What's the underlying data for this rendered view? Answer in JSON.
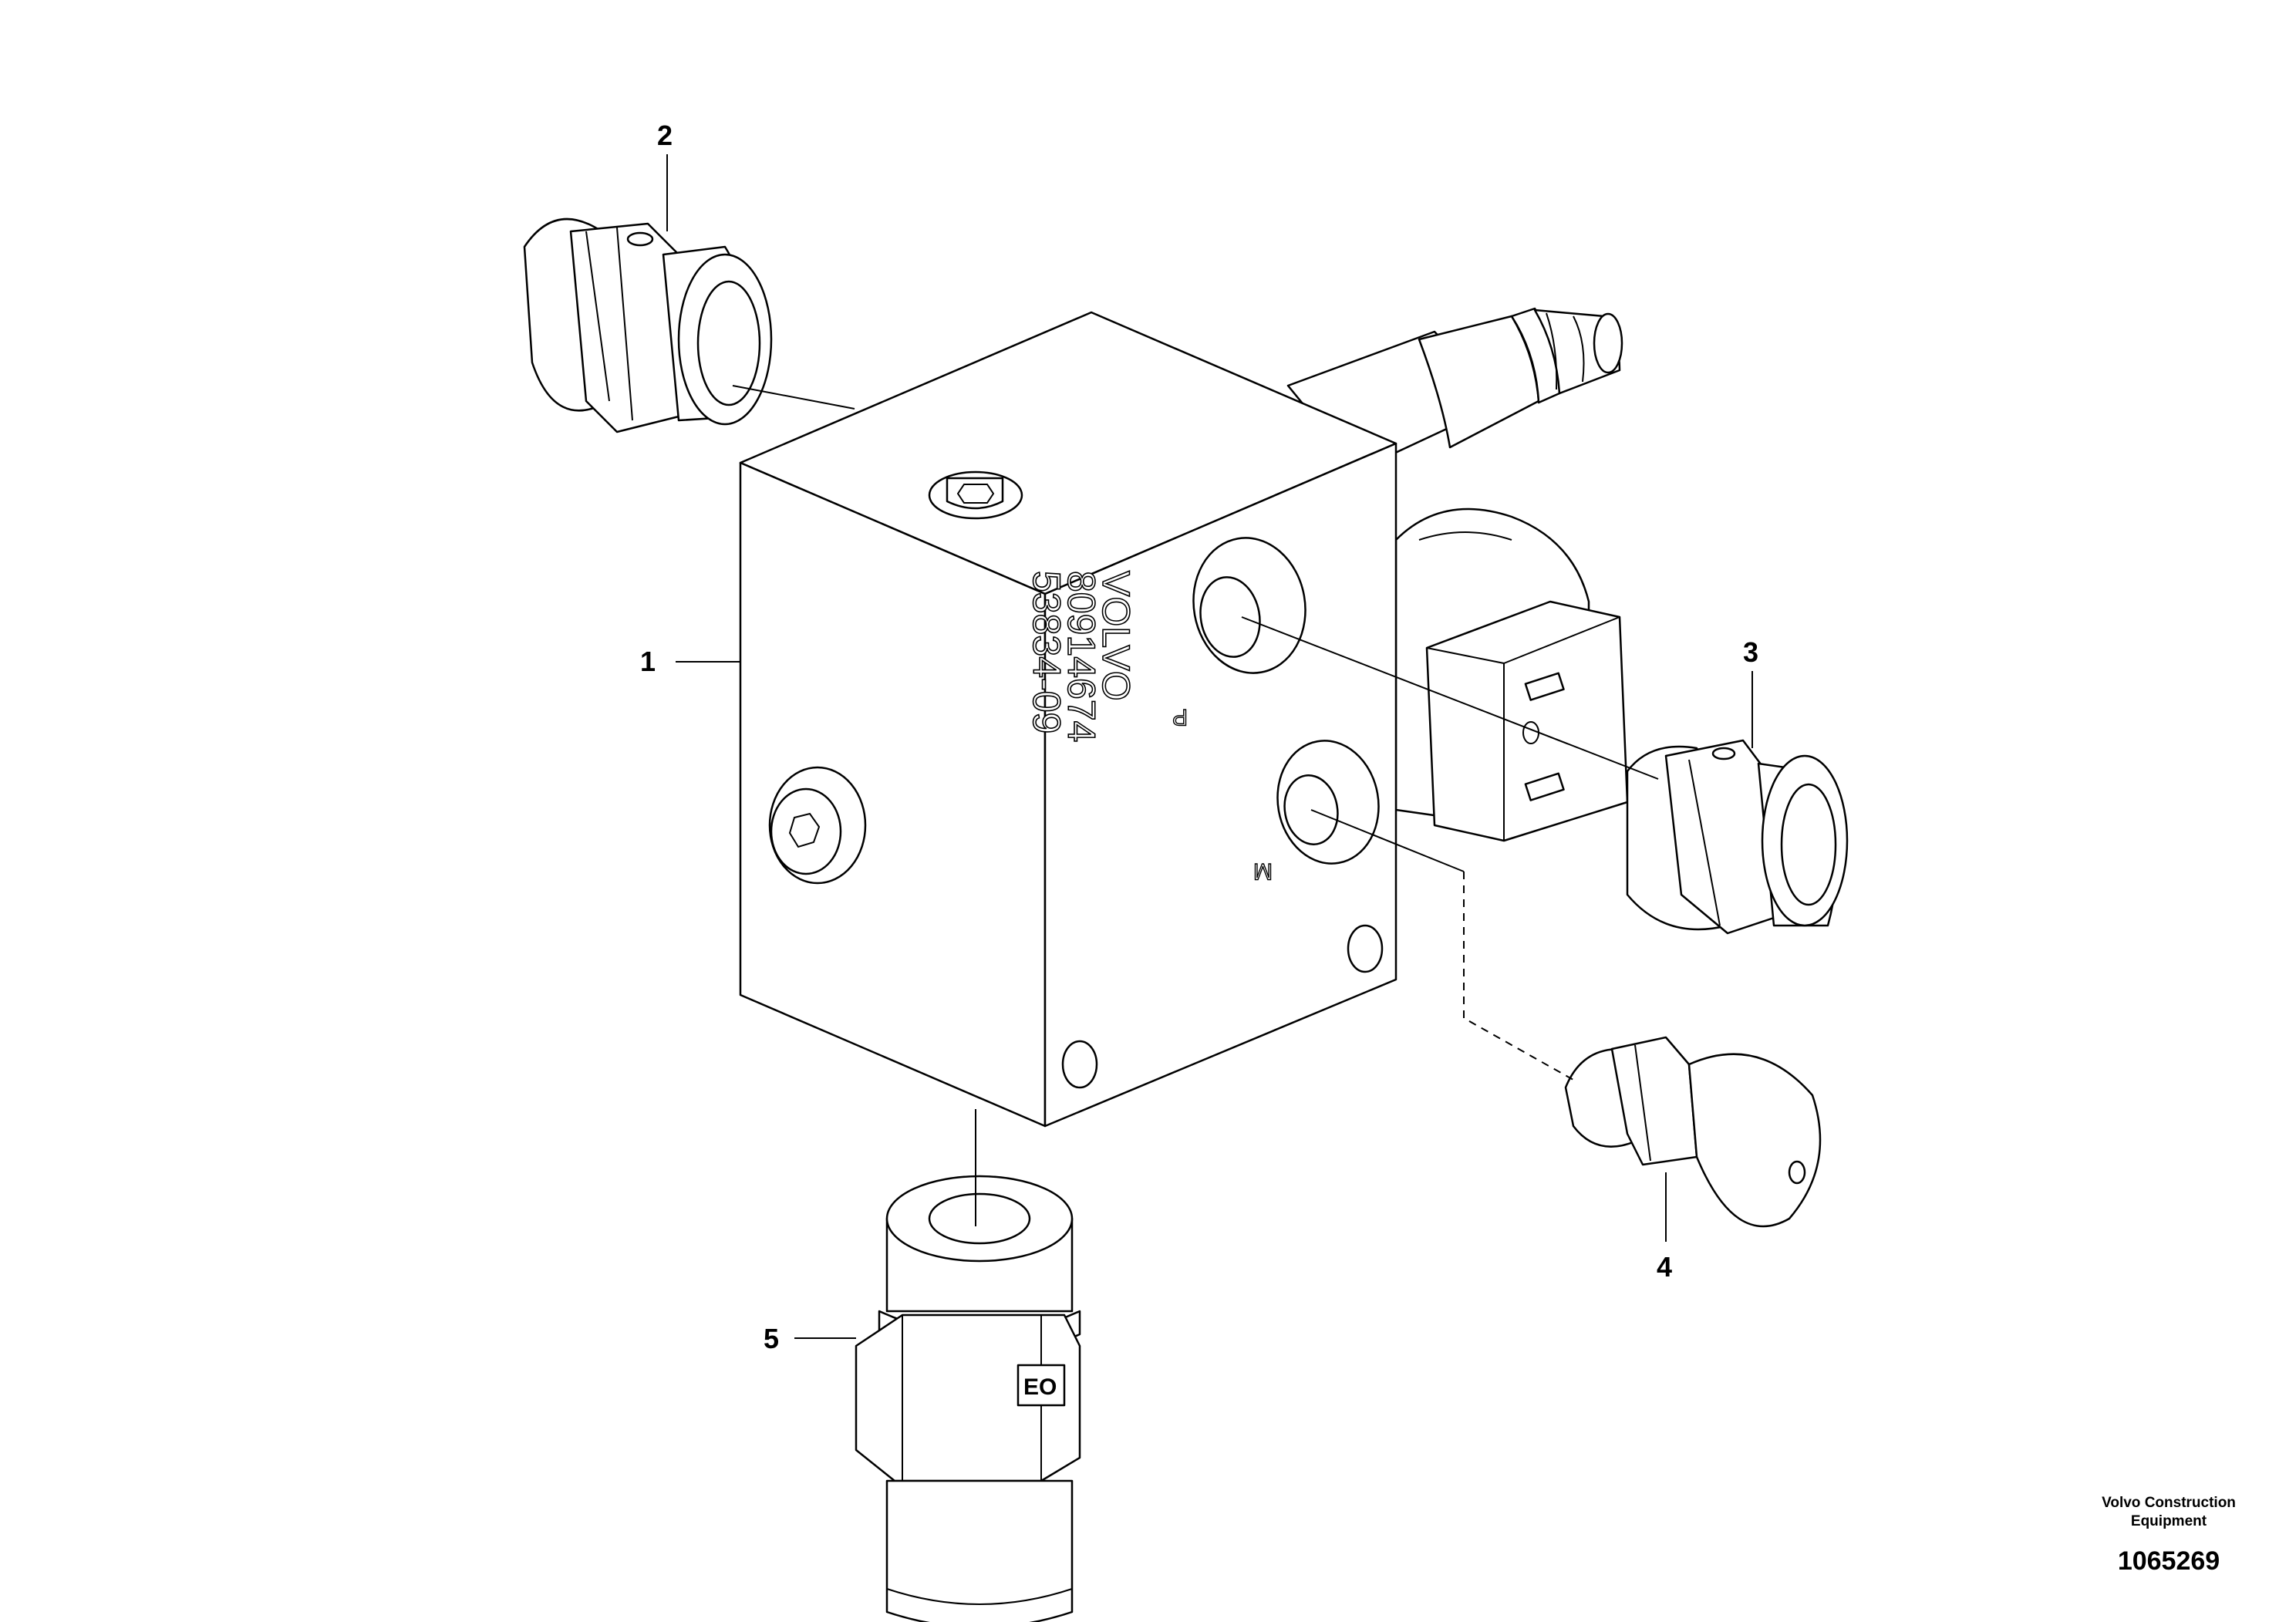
{
  "diagram": {
    "callouts": [
      {
        "id": "1",
        "label": "1"
      },
      {
        "id": "2",
        "label": "2"
      },
      {
        "id": "3",
        "label": "3"
      },
      {
        "id": "4",
        "label": "4"
      },
      {
        "id": "5",
        "label": "5"
      }
    ],
    "engraving": {
      "line1": "VOLVO",
      "line2": "80914674",
      "line3": "53834-09"
    },
    "port_labels": {
      "p": "P",
      "m": "M"
    },
    "fitting_marking": "EO"
  },
  "footer": {
    "credit_line1": "Volvo Construction",
    "credit_line2": "Equipment",
    "reference_number": "1065269"
  }
}
